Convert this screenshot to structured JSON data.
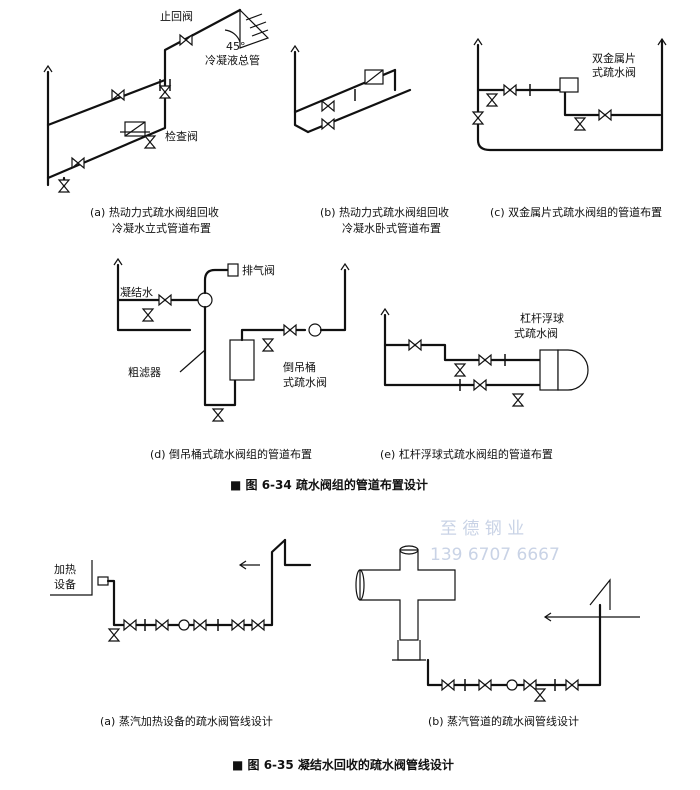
{
  "fig634": {
    "a": {
      "caption_line1": "(a) 热动力式疏水阀组回收",
      "caption_line2": "冷凝水立式管道布置",
      "label_check_valve_top": "止回阀",
      "label_angle": "45°",
      "label_header": "冷凝液总管",
      "label_check_valve": "检查阀"
    },
    "b": {
      "caption_line1": "(b) 热动力式疏水阀组回收",
      "caption_line2": "冷凝水卧式管道布置"
    },
    "c": {
      "caption": "(c) 双金属片式疏水阀组的管道布置",
      "label_line1": "双金属片",
      "label_line2": "式疏水阀"
    },
    "d": {
      "caption": "(d) 倒吊桶式疏水阀组的管道布置",
      "label_condensate": "凝结水",
      "label_vent": "排气阀",
      "label_strainer": "粗滤器",
      "label_trap_line1": "倒吊桶",
      "label_trap_line2": "式疏水阀"
    },
    "e": {
      "caption": "(e) 杠杆浮球式疏水阀组的管道布置",
      "label_line1": "杠杆浮球",
      "label_line2": "式疏水阀"
    },
    "title": "■ 图 6-34    疏水阀组的管道布置设计"
  },
  "watermark": {
    "line1": "至 德 钢 业",
    "line2": "139 6707 6667"
  },
  "fig635": {
    "a": {
      "caption": "(a) 蒸汽加热设备的疏水阀管线设计",
      "label_line1": "加热",
      "label_line2": "设备"
    },
    "b": {
      "caption": "(b) 蒸汽管道的疏水阀管线设计"
    },
    "title": "■ 图 6-35    凝结水回收的疏水阀管线设计"
  }
}
